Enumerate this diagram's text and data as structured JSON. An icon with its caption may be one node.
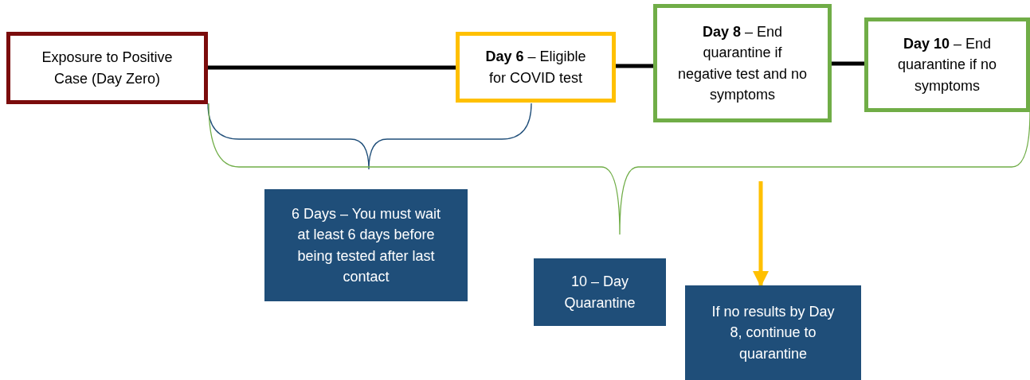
{
  "diagram": {
    "nodes": [
      {
        "text": [
          "Exposure to Positive Case (Day Zero)"
        ]
      },
      {
        "text": [
          "**Day 6** – Eligible for COVID test"
        ]
      },
      {
        "text": [
          "**Day 8** – End quarantine if negative test and no symptoms"
        ]
      },
      {
        "text": [
          "**Day 10** – End quarantine if no symptoms"
        ]
      },
      {
        "text": [
          "6 Days – You must wait at least 6 days before being tested after last contact"
        ]
      },
      {
        "text": [
          "10 – Day Quarantine"
        ]
      },
      {
        "text": [
          "If no results by Day 8, continue to quarantine"
        ]
      }
    ],
    "edges": [
      {
        "from": 0,
        "to": 1,
        "arrow": "none"
      },
      {
        "from": 1,
        "to": 2,
        "arrow": "none"
      },
      {
        "from": 2,
        "to": 3,
        "arrow": "none"
      },
      {
        "from": null,
        "to": 6,
        "arrow": "to",
        "color": "#ffc000"
      }
    ]
  }
}
